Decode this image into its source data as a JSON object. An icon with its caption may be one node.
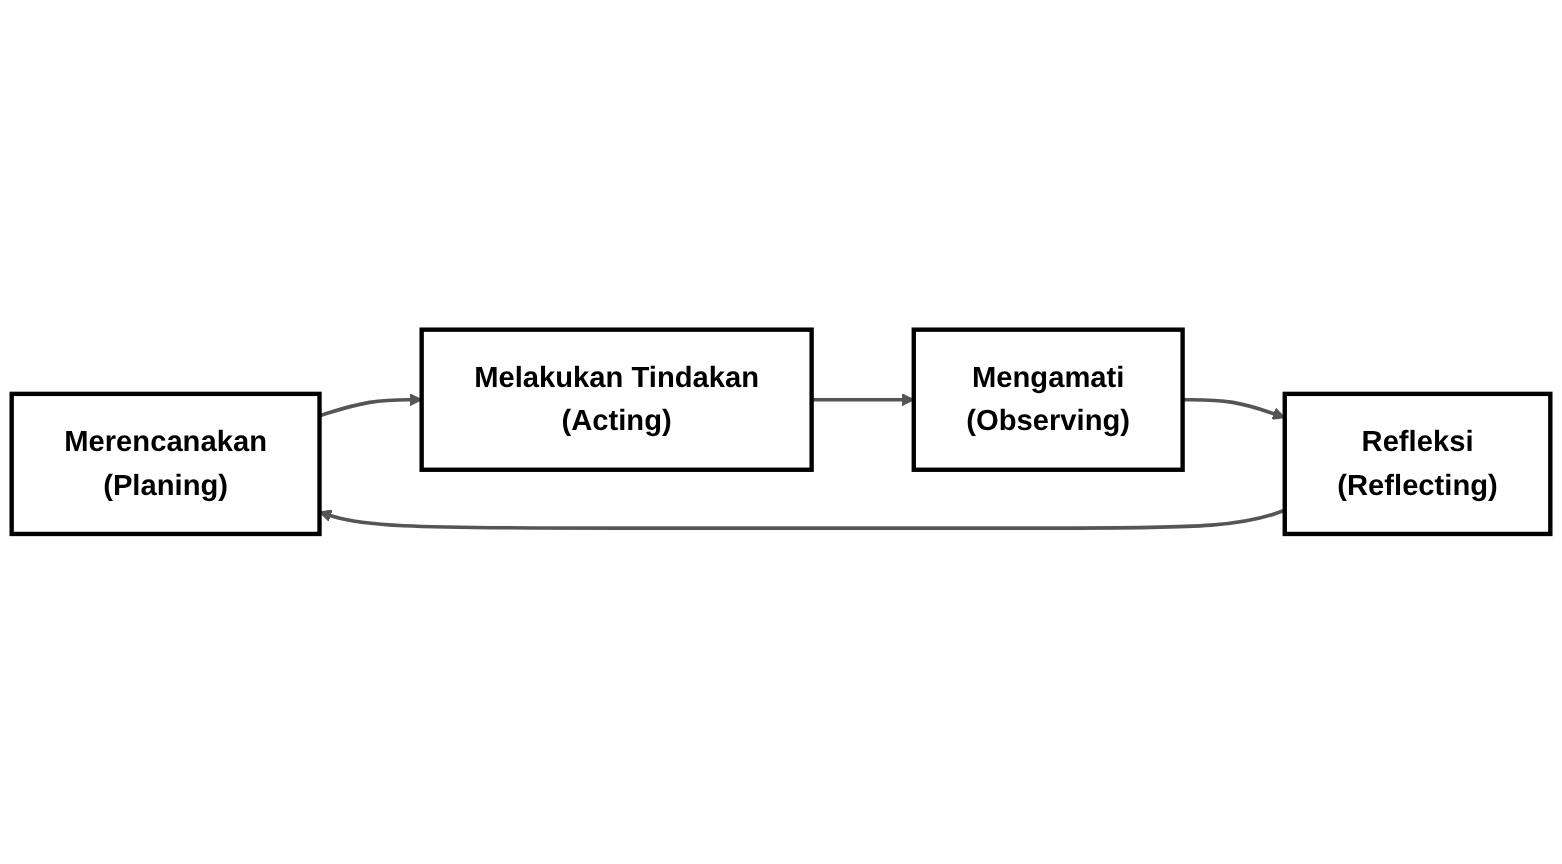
{
  "diagram": {
    "nodes": [
      {
        "text": [
          "Merencanakan",
          "(Planing)"
        ]
      },
      {
        "text": [
          "Melakukan Tindakan",
          "(Acting)"
        ]
      },
      {
        "text": [
          "Mengamati",
          "(Observing)"
        ]
      },
      {
        "text": [
          "Refleksi",
          "(Reflecting)"
        ]
      }
    ],
    "edges": [
      {
        "from": 0,
        "to": 1,
        "arrow": "to"
      },
      {
        "from": 1,
        "to": 2,
        "arrow": "to"
      },
      {
        "from": 2,
        "to": 3,
        "arrow": "to"
      },
      {
        "from": 3,
        "to": 0,
        "arrow": "to"
      }
    ]
  }
}
